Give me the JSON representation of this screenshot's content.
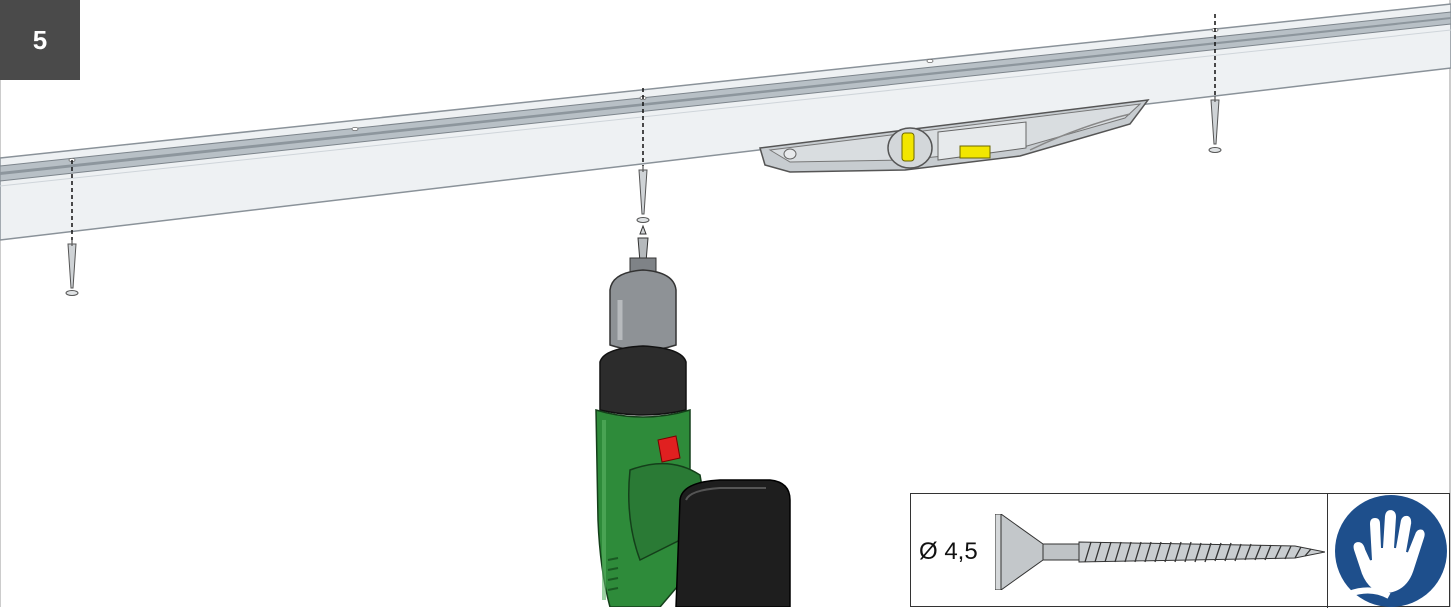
{
  "step": {
    "number": "5"
  },
  "screw_spec": {
    "diameter_label": "Ø 4,5"
  },
  "icons": {
    "step": "step-number-badge",
    "rail": "ceiling-rail",
    "level": "spirit-level-icon",
    "drill": "cordless-drill-icon",
    "screw": "countersunk-screw-icon",
    "glove": "wear-gloves-icon"
  },
  "colors": {
    "badge": "#4a4a4a",
    "drill_body": "#2e8b3a",
    "level_bubble": "#f2e600",
    "trigger": "#e02020",
    "glove_circle": "#1e4f8c"
  }
}
